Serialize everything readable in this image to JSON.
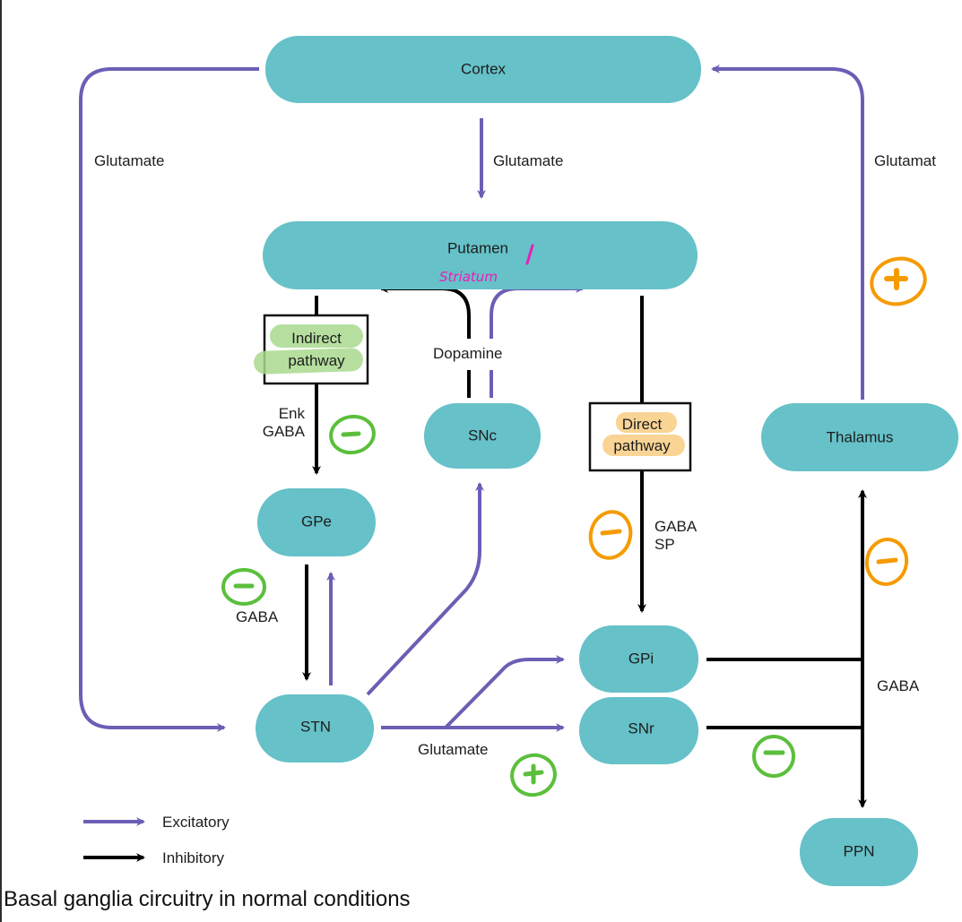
{
  "diagram": {
    "caption": "Basal ganglia circuitry in normal conditions",
    "colors": {
      "node_fill": "#66c1c8",
      "excitatory": "#6a5fb5",
      "inhibitory": "#000000",
      "annotation_green": "#5bbf3c",
      "annotation_orange": "#f59b00",
      "annotation_magenta": "#e81fb5",
      "highlight_green": "#a9d98e",
      "highlight_orange": "#f8cf8a"
    },
    "nodes": {
      "cortex": "Cortex",
      "putamen": "Putamen",
      "snc": "SNc",
      "thalamus": "Thalamus",
      "gpe": "GPe",
      "gpi": "GPi",
      "snr": "SNr",
      "stn": "STN",
      "ppn": "PPN"
    },
    "boxes": {
      "indirect_line1": "Indirect",
      "indirect_line2": "pathway",
      "direct_line1": "Direct",
      "direct_line2": "pathway"
    },
    "labels": {
      "glutamate_left": "Glutamate",
      "glutamate_center": "Glutamate",
      "glutamate_right": "Glutamat",
      "dopamine": "Dopamine",
      "enk": "Enk",
      "gaba_indirect": "GABA",
      "gaba_gpe_stn": "GABA",
      "gaba_direct": "GABA",
      "sp_direct": "SP",
      "gaba_output": "GABA",
      "glutamate_stn": "Glutamate"
    },
    "legend": [
      {
        "type": "excitatory",
        "label": "Excitatory"
      },
      {
        "type": "inhibitory",
        "label": "Inhibitory"
      }
    ],
    "annotations": {
      "putamen_handwritten": "Striatum",
      "putamen_slash": "/",
      "signs": [
        {
          "where": "indirect-pathway",
          "sign": "−",
          "color": "green"
        },
        {
          "where": "gpe-stn",
          "sign": "−",
          "color": "green"
        },
        {
          "where": "stn-glutamate",
          "sign": "+",
          "color": "green"
        },
        {
          "where": "snr-output",
          "sign": "−",
          "color": "green"
        },
        {
          "where": "direct-pathway",
          "sign": "−",
          "color": "orange"
        },
        {
          "where": "thalamus-output",
          "sign": "−",
          "color": "orange"
        },
        {
          "where": "thalamus-cortex",
          "sign": "+",
          "color": "orange"
        }
      ]
    }
  }
}
